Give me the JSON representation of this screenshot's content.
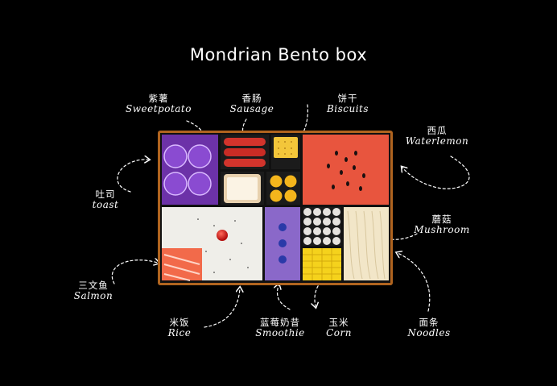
{
  "title": "Mondrian Bento box",
  "labels": {
    "sweet_potato": {
      "cn": "紫薯",
      "en": "Sweetpotato"
    },
    "sausage": {
      "cn": "香肠",
      "en": "Sausage"
    },
    "biscuits": {
      "cn": "饼干",
      "en": "Biscuits"
    },
    "watermelon": {
      "cn": "西瓜",
      "en": "Waterlemon"
    },
    "toast": {
      "cn": "吐司",
      "en": "toast"
    },
    "mushroom": {
      "cn": "蘑菇",
      "en": "Mushroom"
    },
    "salmon": {
      "cn": "三文鱼",
      "en": "Salmon"
    },
    "rice": {
      "cn": "米饭",
      "en": "Rice"
    },
    "smoothie": {
      "cn": "蓝莓奶昔",
      "en": "Smoothie"
    },
    "corn": {
      "cn": "玉米",
      "en": "Corn"
    },
    "noodles": {
      "cn": "面条",
      "en": "Noodles"
    }
  },
  "colors": {
    "background": "#000000",
    "box_frame": "#b0641f",
    "watermelon": "#e8553e",
    "sweet_potato": "#7a3fb3",
    "biscuit": "#f3c63a",
    "salmon": "#f26a4a",
    "smoothie": "#8a68c9",
    "corn": "#f5d21c"
  }
}
